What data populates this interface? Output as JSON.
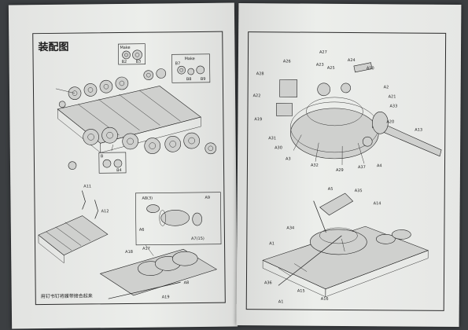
{
  "left_page": {
    "title": "装配图",
    "note": "用钉书钉将履带接合起来",
    "callouts": {
      "wheel_box": "Make",
      "wheel_b2": "B2",
      "wheel_b3": "B3",
      "hub_box": "Make",
      "hub_b7": "B7",
      "hub_b8": "B8",
      "hub_b9": "B9",
      "b_parts_a": "B",
      "b_parts_b": "B4",
      "a11": "A11",
      "a12": "A12",
      "a18": "A18",
      "a17": "A17",
      "a8": "A8(3)",
      "a9": "A9",
      "a6": "A6",
      "a7": "A7(15)",
      "a19": "A19",
      "a8b": "A8"
    }
  },
  "right_page": {
    "callouts": {
      "a27": "A27",
      "a26": "A26",
      "a23": "A23",
      "a25": "A25",
      "a24": "A24",
      "a10": "A10",
      "a28": "A28",
      "a2": "A2",
      "a22": "A22",
      "a21": "A21",
      "a33": "A33",
      "a19": "A19",
      "a20": "A20",
      "a13": "A13",
      "a31": "A31",
      "a30": "A30",
      "a3": "A3",
      "a32": "A32",
      "a29": "A29",
      "a37": "A37",
      "a4": "A4",
      "a5": "A5",
      "a35": "A35",
      "a14": "A14",
      "a1": "A1",
      "a34": "A34",
      "a36": "A36",
      "a15": "A15",
      "a16": "A16",
      "a1b": "A1"
    }
  }
}
